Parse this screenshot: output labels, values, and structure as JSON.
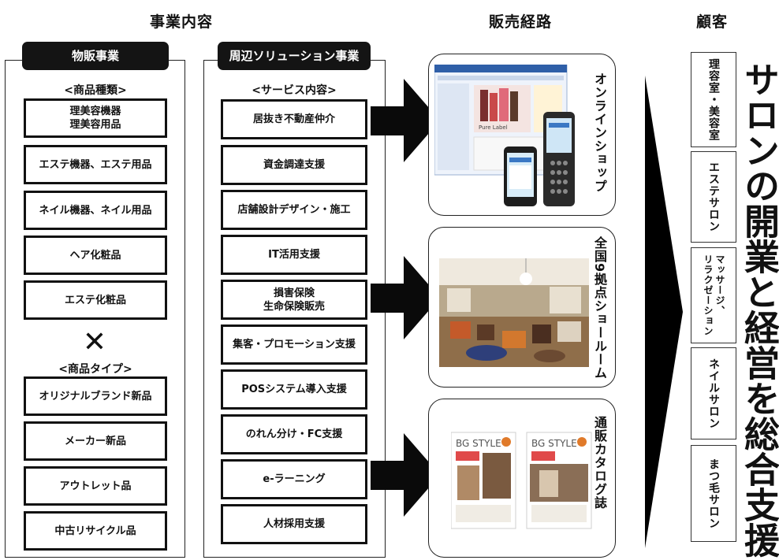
{
  "headers": {
    "business": "事業内容",
    "channel": "販売経路",
    "customer": "顧客"
  },
  "merchandise": {
    "title": "物販事業",
    "kind_heading": "<商品種類>",
    "kinds": [
      "理美容機器\n理美容用品",
      "エステ機器、エステ用品",
      "ネイル機器、ネイル用品",
      "ヘア化粧品",
      "エステ化粧品"
    ],
    "cross": "✕",
    "type_heading": "<商品タイプ>",
    "types": [
      "オリジナルブランド新品",
      "メーカー新品",
      "アウトレット品",
      "中古リサイクル品"
    ]
  },
  "solutions": {
    "title": "周辺ソリューション事業",
    "heading": "<サービス内容>",
    "items": [
      "居抜き不動産仲介",
      "資金調達支援",
      "店舗設計デザイン・施工",
      "IT活用支援",
      "損害保険\n生命保険販売",
      "集客・プロモーション支援",
      "POSシステム導入支援",
      "のれん分け・FC支援",
      "e-ラーニング",
      "人材採用支援"
    ]
  },
  "channels": [
    {
      "label": "オンラインショップ",
      "image": "online-shop-screenshot",
      "screen_text": "Pure Label"
    },
    {
      "label": "全国9拠点ショールーム",
      "image": "showroom-photo"
    },
    {
      "label": "通販カタログ誌",
      "image": "catalog-covers",
      "cover_text": "BG STYLE"
    }
  ],
  "customers": [
    "理容室・美容室",
    "エステサロン",
    "マッサージ、\nリラクゼーション",
    "ネイルサロン",
    "まつ毛サロン"
  ],
  "slogan": "サロンの開業と経営を総合支援",
  "colors": {
    "dark": "#141414",
    "border": "#222222"
  }
}
